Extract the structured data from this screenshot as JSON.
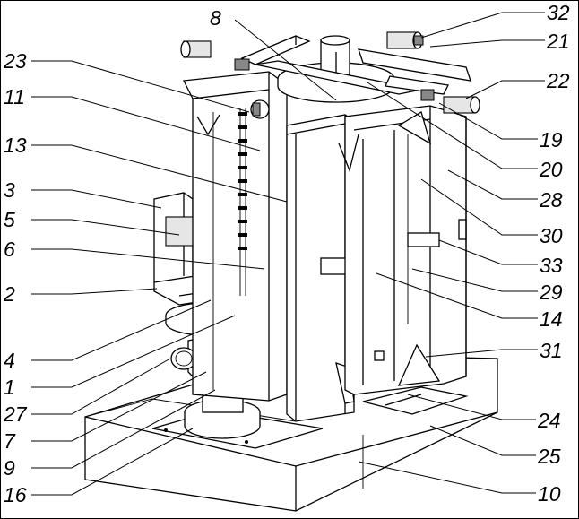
{
  "labels": {
    "l8": "8",
    "l32": "32",
    "l21": "21",
    "l22": "22",
    "l19": "19",
    "l20": "20",
    "l28": "28",
    "l30": "30",
    "l33": "33",
    "l29": "29",
    "l14": "14",
    "l31": "31",
    "l24": "24",
    "l25": "25",
    "l10": "10",
    "l23": "23",
    "l11": "11",
    "l13": "13",
    "l3": "3",
    "l5": "5",
    "l6": "6",
    "l2": "2",
    "l4": "4",
    "l1": "1",
    "l27": "27",
    "l7": "7",
    "l9": "9",
    "l16": "16"
  }
}
